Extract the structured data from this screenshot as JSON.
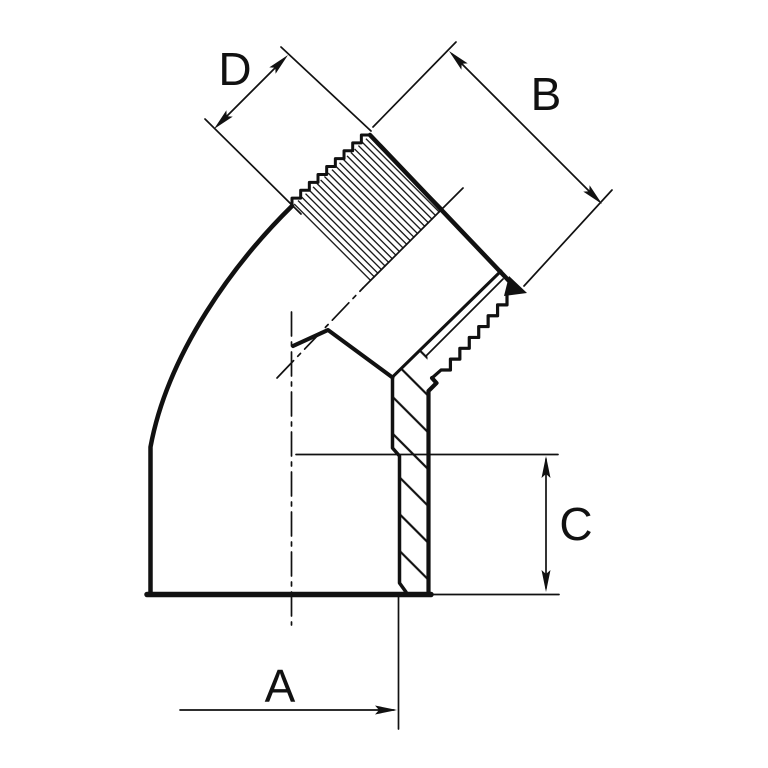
{
  "drawing": {
    "background_color": "#ffffff",
    "stroke_color": "#111111",
    "labels": {
      "a": "A",
      "b": "B",
      "c": "C",
      "d": "D"
    }
  }
}
